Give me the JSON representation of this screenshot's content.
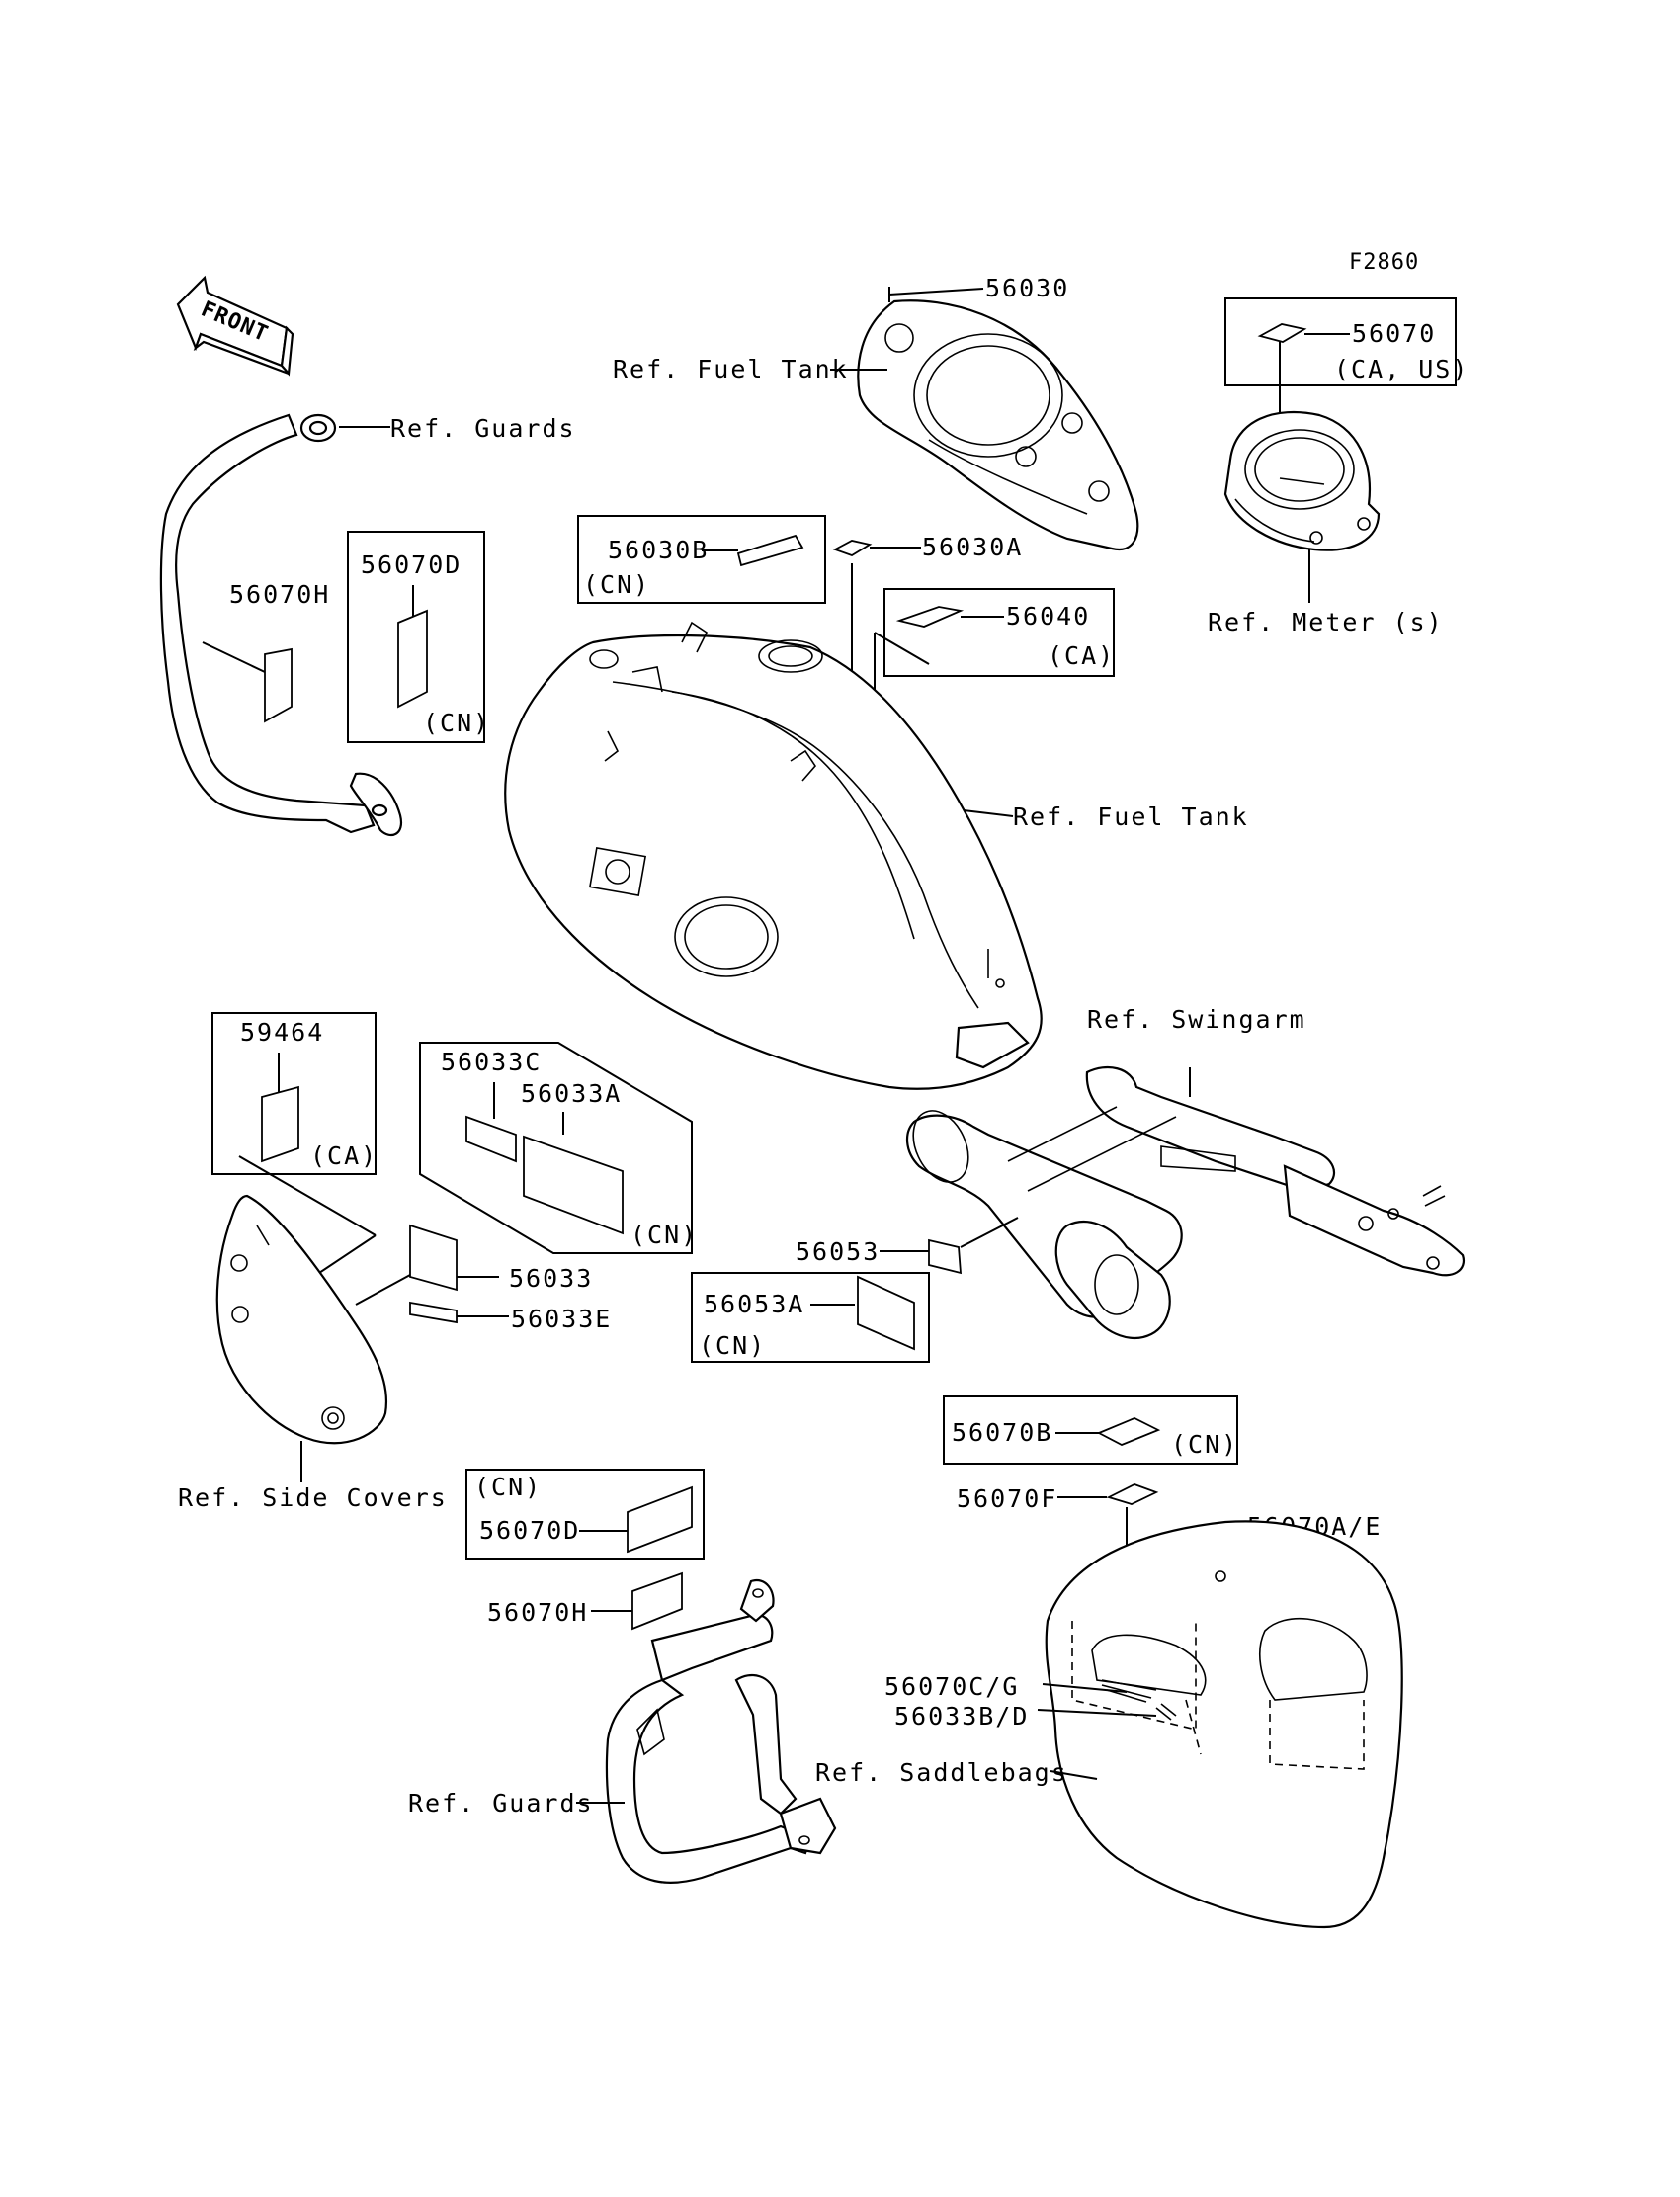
{
  "figure_code": "F2860",
  "direction_label": "FRONT",
  "callouts": {
    "p56030": "56030",
    "p56070": "56070",
    "p56070_region": "(CA, US)",
    "ref_fuel_tank_top": "Ref. Fuel  Tank",
    "ref_meter": "Ref. Meter (s)",
    "ref_guards_top": "Ref. Guards",
    "p56070H_top": "56070H",
    "p56070D_top": "56070D",
    "cn_56070D_top": "(CN)",
    "p56030B": "56030B",
    "cn_56030B": "(CN)",
    "p56030A": "56030A",
    "p56040": "56040",
    "ca_56040": "(CA)",
    "ref_fuel_tank_main": "Ref. Fuel  Tank",
    "p59464": "59464",
    "ca_59464": "(CA)",
    "p56033C": "56033C",
    "p56033A": "56033A",
    "cn_56033A": "(CN)",
    "ref_swingarm": "Ref. Swingarm",
    "p56033": "56033",
    "p56033E": "56033E",
    "p56053": "56053",
    "p56053A": "56053A",
    "cn_56053A": "(CN)",
    "ref_side_covers": "Ref. Side  Covers",
    "p56070B": "56070B",
    "cn_56070B": "(CN)",
    "cn_56070D_bottom": "(CN)",
    "p56070D_bottom": "56070D",
    "p56070F": "56070F",
    "p56070AE": "56070A/E",
    "p56070H_bottom": "56070H",
    "p56070CG": "56070C/G",
    "p56033BD": "56033B/D",
    "ref_saddlebags": "Ref. Saddlebags",
    "ref_guards_bottom": "Ref. Guards"
  }
}
